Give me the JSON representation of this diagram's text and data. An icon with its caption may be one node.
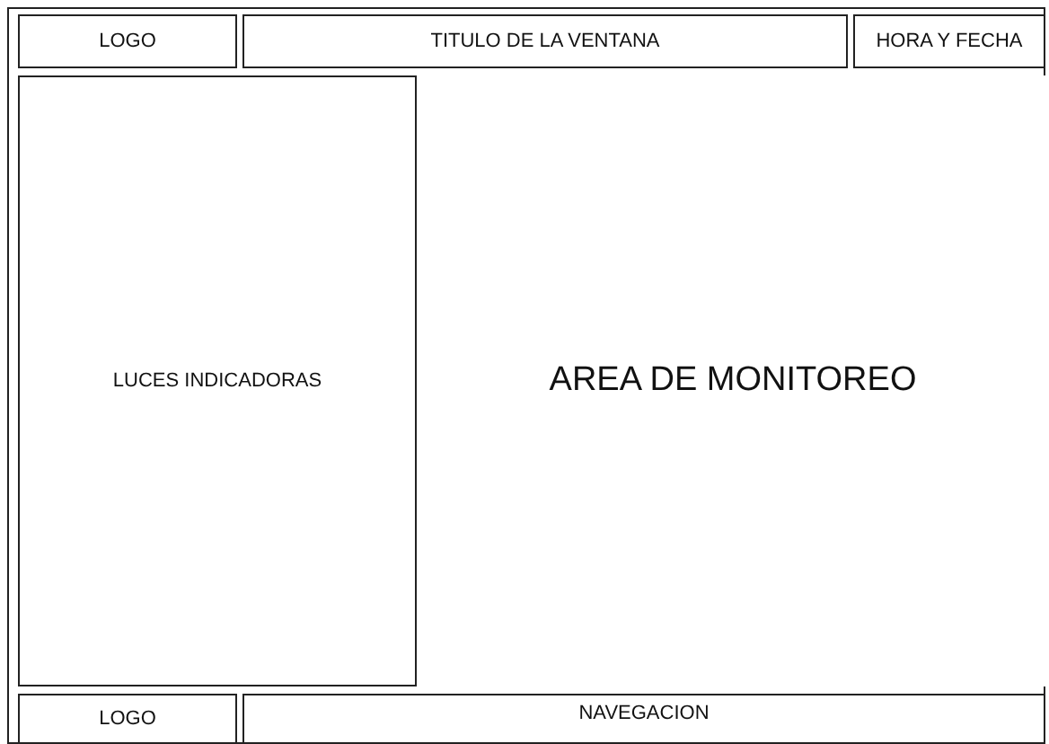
{
  "diagram": {
    "nodes": [
      {
        "text": [
          "LOGO"
        ]
      },
      {
        "text": [
          "TITULO DE LA VENTANA"
        ]
      },
      {
        "text": [
          "HORA Y FECHA"
        ]
      },
      {
        "text": [
          "LUCES INDICADORAS"
        ]
      },
      {
        "text": [
          "AREA DE MONITOREO"
        ]
      },
      {
        "text": [
          "LOGO"
        ]
      },
      {
        "text": [
          "NAVEGACION"
        ]
      }
    ]
  }
}
